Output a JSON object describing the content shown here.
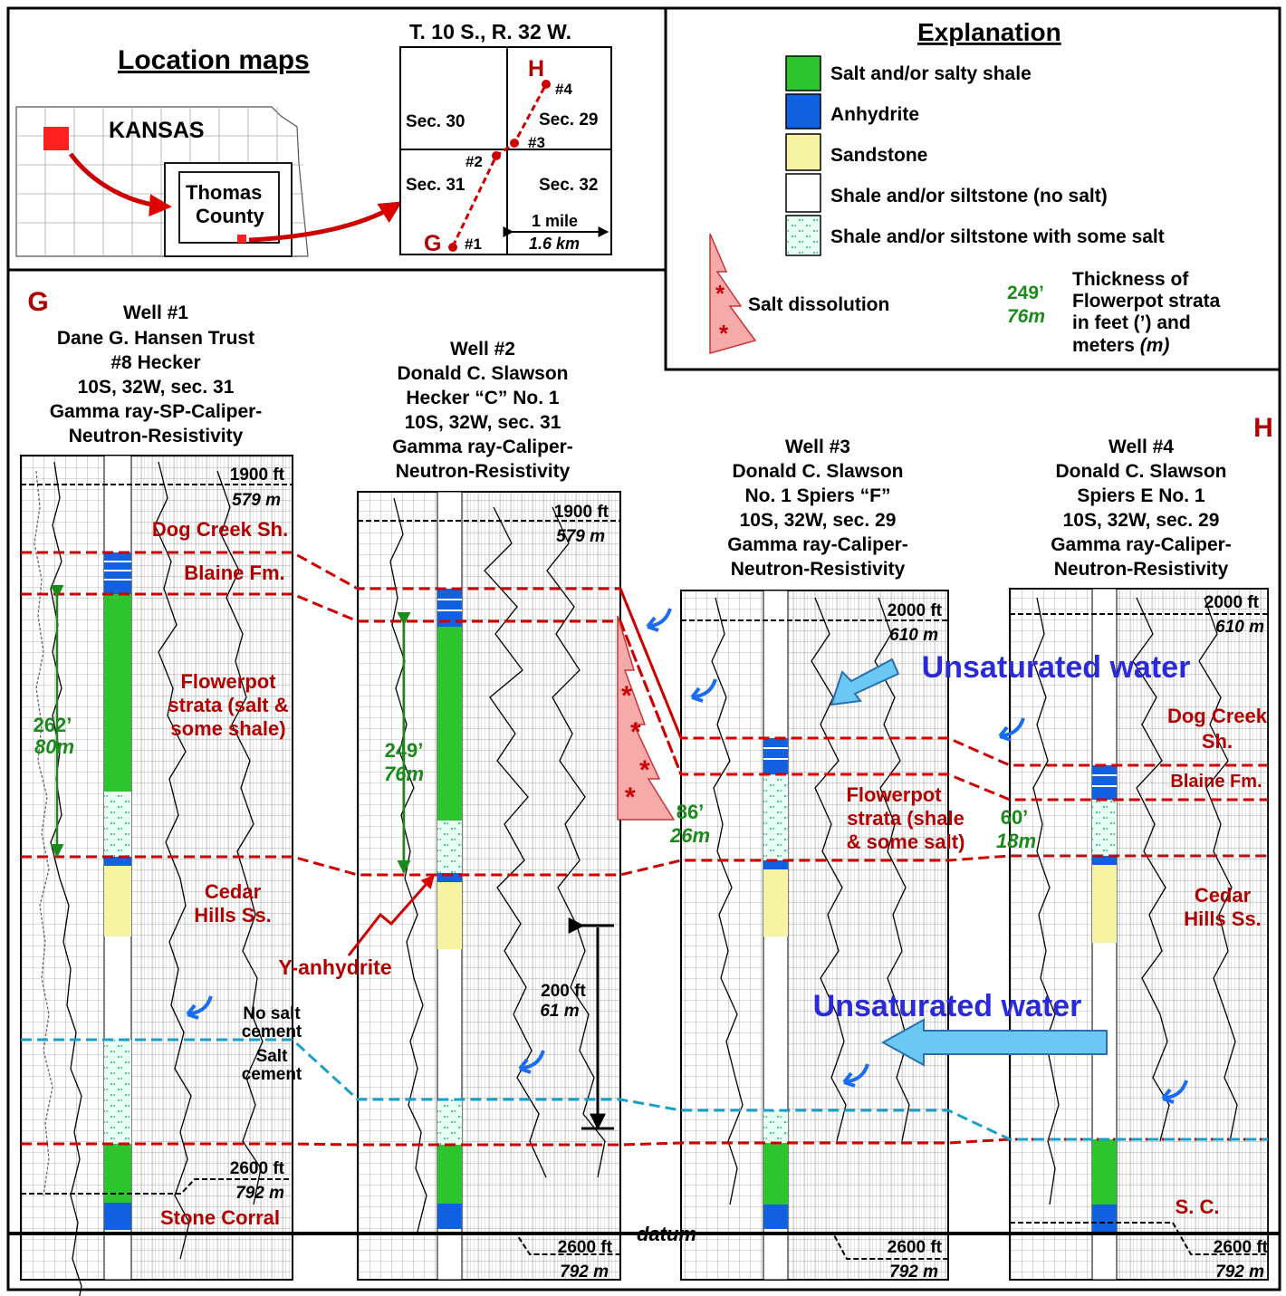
{
  "location_maps": {
    "title": "Location maps",
    "state": "KANSAS",
    "county": [
      "Thomas",
      "County"
    ],
    "township": "T. 10 S., R. 32 W.",
    "sections": [
      "Sec. 30",
      "Sec. 29",
      "Sec. 31",
      "Sec. 32"
    ],
    "well_labels": [
      "#1",
      "#2",
      "#3",
      "#4"
    ],
    "end_g": "G",
    "end_h": "H",
    "scale_mi": "1 mile",
    "scale_km": "1.6 km"
  },
  "explanation": {
    "title": "Explanation",
    "items": [
      {
        "label": "Salt and/or salty shale",
        "color": "#2ec42e"
      },
      {
        "label": "Anhydrite",
        "color": "#1060e0"
      },
      {
        "label": "Sandstone",
        "color": "#f6f3a2"
      },
      {
        "label": "Shale and/or siltstone (no salt)",
        "color": "#ffffff"
      },
      {
        "label": "Shale and/or siltstone with some salt",
        "color": "#e8fff4"
      }
    ],
    "dissolution": "Salt dissolution",
    "thick_ft": "249’",
    "thick_m": "76m",
    "thick_desc": [
      "Thickness of",
      "Flowerpot strata",
      "in feet (’) and"
    ],
    "thick_desc_last": "meters",
    "thick_desc_m": "(m)"
  },
  "section": {
    "end_g": "G",
    "end_h": "H",
    "wells": [
      {
        "id": "well-1",
        "header": [
          "Well #1",
          "Dane G. Hansen Trust",
          "#8 Hecker",
          "10S, 32W, sec. 31",
          "Gamma ray-SP-Caliper-",
          "Neutron-Resistivity"
        ],
        "top_ft": "1900 ft",
        "top_m": "579 m",
        "bot_ft": "2600 ft",
        "bot_m": "792 m",
        "thick_ft": "262’",
        "thick_m": "80m"
      },
      {
        "id": "well-2",
        "header": [
          "Well #2",
          "Donald C. Slawson",
          "Hecker “C” No. 1",
          "10S, 32W, sec. 31",
          "Gamma ray-Caliper-",
          "Neutron-Resistivity"
        ],
        "top_ft": "1900 ft",
        "top_m": "579 m",
        "bot_ft": "2600 ft",
        "bot_m": "792 m",
        "thick_ft": "249’",
        "thick_m": "76m"
      },
      {
        "id": "well-3",
        "header": [
          "Well #3",
          "Donald C. Slawson",
          "No. 1 Spiers “F”",
          "10S, 32W, sec. 29",
          "Gamma ray-Caliper-",
          "Neutron-Resistivity"
        ],
        "top_ft": "2000 ft",
        "top_m": "610 m",
        "bot_ft": "2600 ft",
        "bot_m": "792 m",
        "thick_ft": "86’",
        "thick_m": "26m"
      },
      {
        "id": "well-4",
        "header": [
          "Well #4",
          "Donald C. Slawson",
          "Spiers E No. 1",
          "10S, 32W, sec. 29",
          "Gamma ray-Caliper-",
          "Neutron-Resistivity"
        ],
        "top_ft": "2000 ft",
        "top_m": "610 m",
        "bot_ft": "2600 ft",
        "bot_m": "792 m",
        "thick_ft": "60’",
        "thick_m": "18m"
      }
    ],
    "units": {
      "dog_creek": "Dog Creek Sh.",
      "blaine": "Blaine Fm.",
      "flowerpot_w1": [
        "Flowerpot",
        "strata (salt &",
        "some shale)"
      ],
      "cedar_w1": [
        "Cedar",
        "Hills Ss."
      ],
      "stone_corral": "Stone Corral",
      "flowerpot_w3": [
        "Flowerpot",
        "strata (shale",
        "& some salt)"
      ],
      "dog_creek_w4": [
        "Dog Creek",
        "Sh."
      ],
      "blaine_w4": "Blaine Fm.",
      "cedar_w4": [
        "Cedar",
        "Hills Ss."
      ],
      "sc": "S. C."
    },
    "annotations": {
      "no_salt": [
        "No salt",
        "cement"
      ],
      "salt": [
        "Salt",
        "cement"
      ],
      "y_anhydrite": "Y-anhydrite",
      "scale_ft": "200 ft",
      "scale_m": "61 m",
      "unsat_1": "Unsaturated water",
      "unsat_2": "Unsaturated water",
      "datum": "datum"
    }
  }
}
